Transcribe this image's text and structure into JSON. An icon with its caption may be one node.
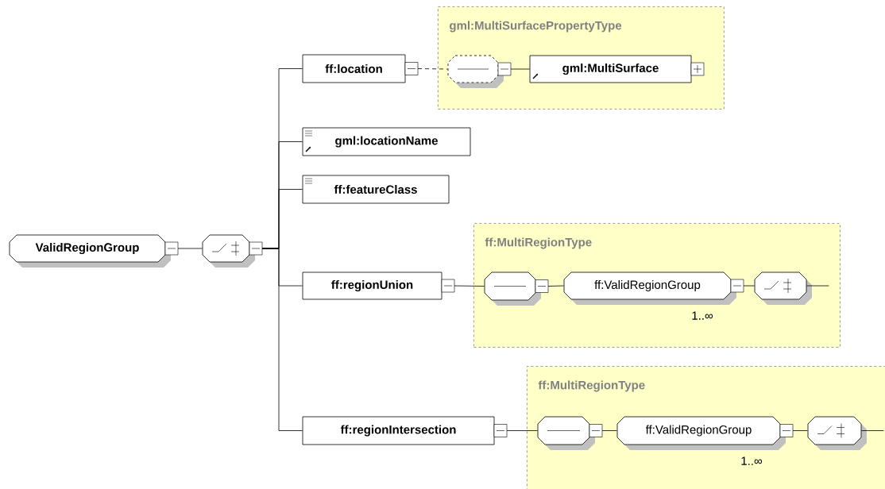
{
  "diagram": {
    "nodes": [
      {
        "text": [
          "ValidRegionGroup"
        ]
      },
      {
        "text": [],
        "shape": "octagon"
      },
      {
        "text": [
          "ff:location"
        ]
      },
      {
        "text": [
          "gml:MultiSurfacePropertyType"
        ]
      },
      {
        "text": [],
        "shape": "octagon",
        "in": 3
      },
      {
        "text": [
          "gml:MultiSurface"
        ],
        "in": 3
      },
      {
        "text": [
          "gml:locationName"
        ]
      },
      {
        "text": [
          "ff:featureClass"
        ]
      },
      {
        "text": [
          "ff:regionUnion"
        ]
      },
      {
        "text": [
          "ff:MultiRegionType"
        ]
      },
      {
        "text": [],
        "shape": "octagon",
        "in": 9
      },
      {
        "text": [
          "ff:ValidRegionGroup"
        ],
        "beside": [
          "1..∞"
        ],
        "in": 9
      },
      {
        "text": [],
        "shape": "octagon",
        "in": 9
      },
      {
        "text": [
          "ff:regionIntersection"
        ]
      },
      {
        "text": [
          "ff:MultiRegionType"
        ]
      },
      {
        "text": [],
        "shape": "octagon",
        "in": 14
      },
      {
        "text": [
          "ff:ValidRegionGroup"
        ],
        "beside": [
          "1..∞"
        ],
        "in": 14
      },
      {
        "text": [],
        "shape": "octagon",
        "in": 14
      }
    ],
    "edges": [
      {
        "from": 0,
        "to": 1,
        "arrow": "none"
      },
      {
        "from": 1,
        "to": 2,
        "arrow": "none"
      },
      {
        "from": 1,
        "to": 6,
        "arrow": "none"
      },
      {
        "from": 1,
        "to": 7,
        "arrow": "none"
      },
      {
        "from": 1,
        "to": 8,
        "arrow": "none"
      },
      {
        "from": 1,
        "to": 13,
        "arrow": "none"
      },
      {
        "from": 2,
        "to": 4,
        "arrow": "none",
        "style": "dashed"
      },
      {
        "from": 4,
        "to": 5,
        "arrow": "none"
      },
      {
        "from": 8,
        "to": 10,
        "arrow": "none"
      },
      {
        "from": 10,
        "to": 11,
        "arrow": "none"
      },
      {
        "from": 11,
        "to": 12,
        "arrow": "none"
      },
      {
        "from": 12,
        "to": null,
        "arrow": "none"
      },
      {
        "from": 13,
        "to": 15,
        "arrow": "none"
      },
      {
        "from": 15,
        "to": 16,
        "arrow": "none"
      },
      {
        "from": 16,
        "to": 17,
        "arrow": "none"
      },
      {
        "from": 17,
        "to": null,
        "arrow": "none"
      }
    ]
  }
}
